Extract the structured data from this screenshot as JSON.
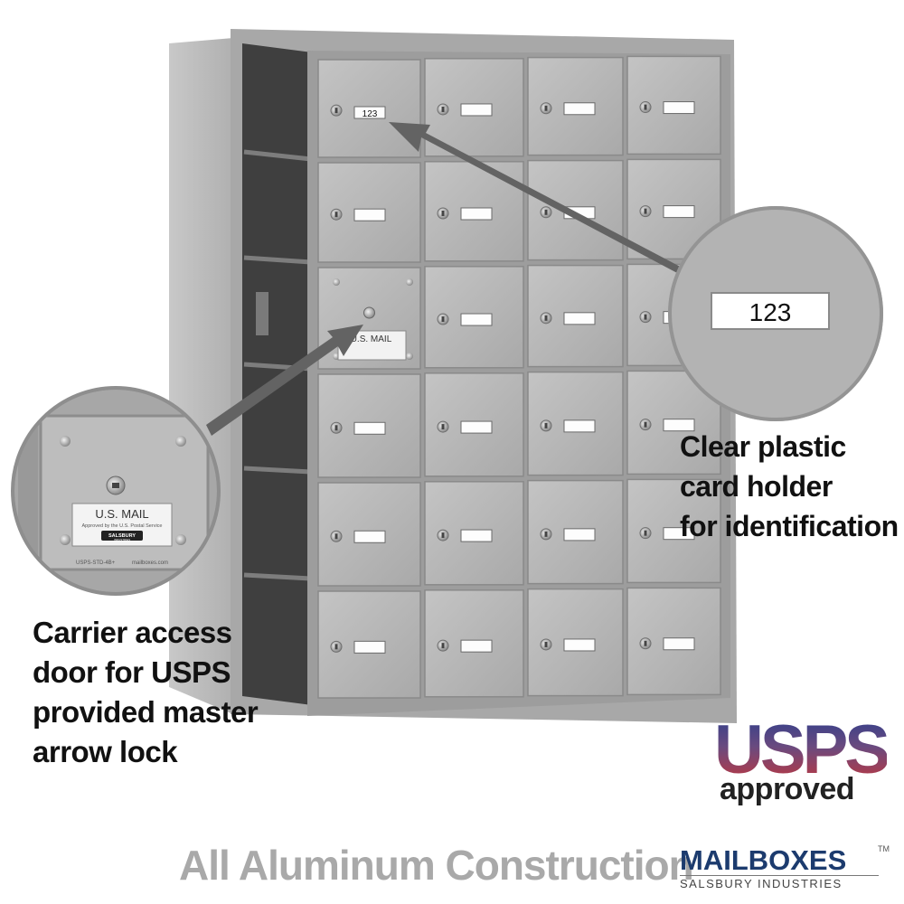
{
  "image": {
    "subject": "Aluminum horizontal mailbox unit with 23 tenant doors and 1 carrier access door",
    "colors": {
      "aluminum": "#b3b3b3",
      "frame": "#a6a6a6",
      "shadow": "#5b5b5b",
      "background": "#ffffff",
      "arrow": "#666666"
    }
  },
  "mailbox": {
    "rows": 6,
    "cols": 4,
    "door_number_label": "123",
    "carrier_door_label": "U.S. MAIL",
    "carrier_door_subtext": "Approved by the U.S. Postal Service",
    "carrier_door_brand_tag": "SALSBURY",
    "carrier_door_brand_tag_sub": "INDUSTRIES",
    "carrier_door_model": "USPS-STD-4B+",
    "carrier_door_site": "mailboxes.com"
  },
  "callouts": {
    "carrier_access": {
      "lines": [
        "Carrier access",
        "door for USPS",
        "provided master",
        "arrow lock"
      ]
    },
    "card_holder": {
      "lines": [
        "Clear plastic",
        "card holder",
        "for identification"
      ],
      "zoom_label": "123"
    }
  },
  "tagline": "All Aluminum Construction",
  "usps_badge": {
    "word": "USPS",
    "sub": "approved"
  },
  "brand": {
    "name": "MAILBOXES",
    "tm": "TM",
    "sub": "SALSBURY INDUSTRIES"
  }
}
